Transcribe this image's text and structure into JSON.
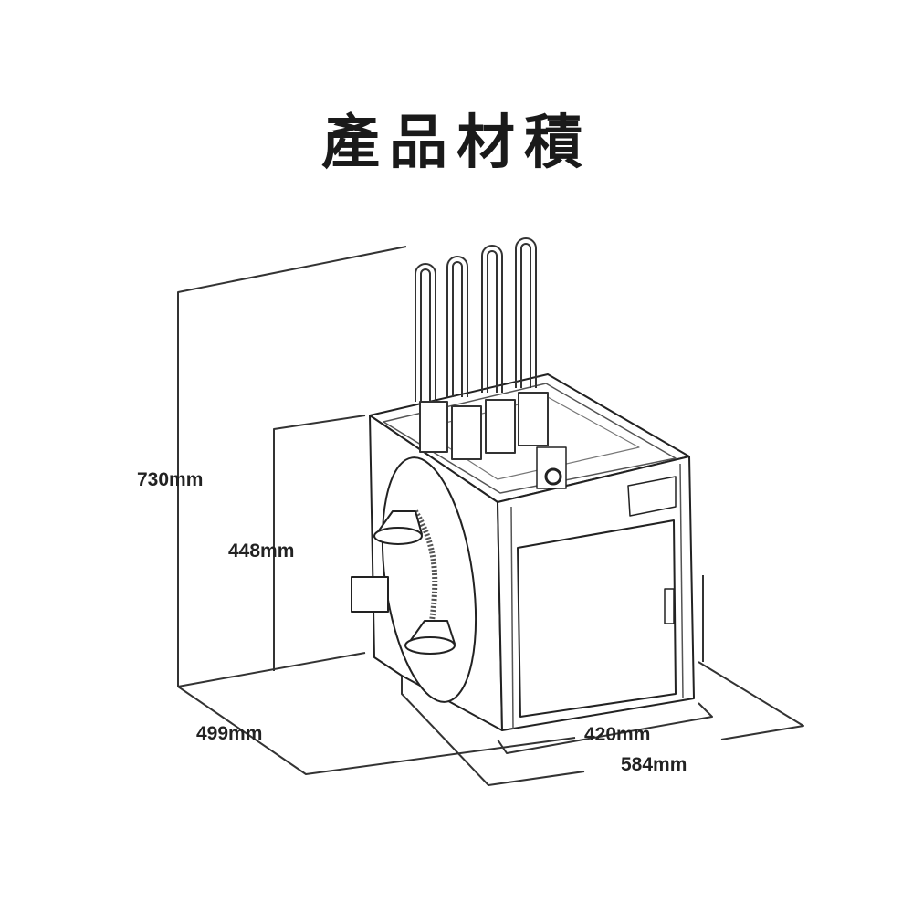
{
  "title": "產品材積",
  "dimensions": {
    "total_height": "730mm",
    "body_height": "448mm",
    "depth": "499mm",
    "body_width": "420mm",
    "total_width": "584mm"
  }
}
